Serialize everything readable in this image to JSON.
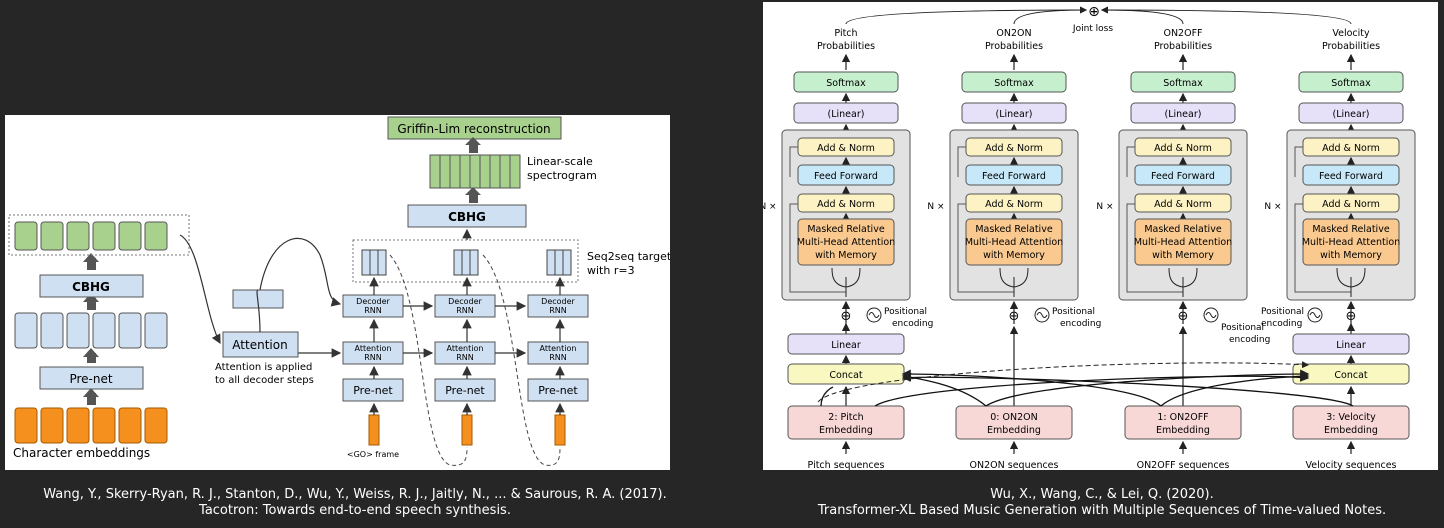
{
  "tacotron": {
    "output_box": "Griffin-Lim reconstruction",
    "spectrogram_label": [
      "Linear-scale",
      "spectrogram"
    ],
    "cbhg_label": "CBHG",
    "seq2seq_label": [
      "Seq2seq target",
      "with r=3"
    ],
    "decoder_rnn": [
      "Decoder",
      "RNN"
    ],
    "attention_rnn": [
      "Attention",
      "RNN"
    ],
    "prenet_label": "Pre-net",
    "attention_label": "Attention",
    "attention_note": [
      "Attention is applied",
      "to all decoder steps"
    ],
    "go_frame": "<GO> frame",
    "char_embeddings": "Character embeddings"
  },
  "transformer": {
    "joint_loss": "Joint loss",
    "plus": "⊕",
    "softmax": "Softmax",
    "linear_paren": "(Linear)",
    "add_norm": "Add & Norm",
    "feed_forward": "Feed Forward",
    "attention_block": [
      "Masked Relative",
      "Multi-Head Attention",
      "with Memory"
    ],
    "n_times": "N ×",
    "positional": [
      "Positional",
      "encoding"
    ],
    "linear": "Linear",
    "concat": "Concat",
    "streams": [
      {
        "prob": [
          "Pitch",
          "Probabilities"
        ],
        "embed": [
          "2: Pitch",
          "Embedding"
        ],
        "seq": "Pitch sequences"
      },
      {
        "prob": [
          "ON2ON",
          "Probabilities"
        ],
        "embed": [
          "0: ON2ON",
          "Embedding"
        ],
        "seq": "ON2ON sequences"
      },
      {
        "prob": [
          "ON2OFF",
          "Probabilities"
        ],
        "embed": [
          "1: ON2OFF",
          "Embedding"
        ],
        "seq": "ON2OFF sequences"
      },
      {
        "prob": [
          "Velocity",
          "Probabilities"
        ],
        "embed": [
          "3: Velocity",
          "Embedding"
        ],
        "seq": "Velocity sequences"
      }
    ]
  },
  "captions": {
    "left_line1": "Wang, Y., Skerry-Ryan, R. J., Stanton, D., Wu, Y., Weiss, R. J., Jaitly, N., ... & Saurous, R. A. (2017).",
    "left_line2": "Tacotron: Towards end-to-end speech synthesis.",
    "right_line1": "Wu, X., Wang, C., & Lei, Q. (2020).",
    "right_line2": "Transformer-XL Based Music Generation with Multiple Sequences of Time-valued Notes."
  },
  "colors": {
    "orange": "#f5901e",
    "blue_box": "#cfe0f3",
    "green_box": "#a9d18e",
    "softmax_green": "#c6efce",
    "linear_purple": "#e6e0f8",
    "addnorm_yellow": "#fdf2c4",
    "ff_blue": "#c7e8f8",
    "attn_orange": "#f9c98f",
    "concat_yellow": "#f8f8c0",
    "embed_pink": "#f8d7d7"
  }
}
